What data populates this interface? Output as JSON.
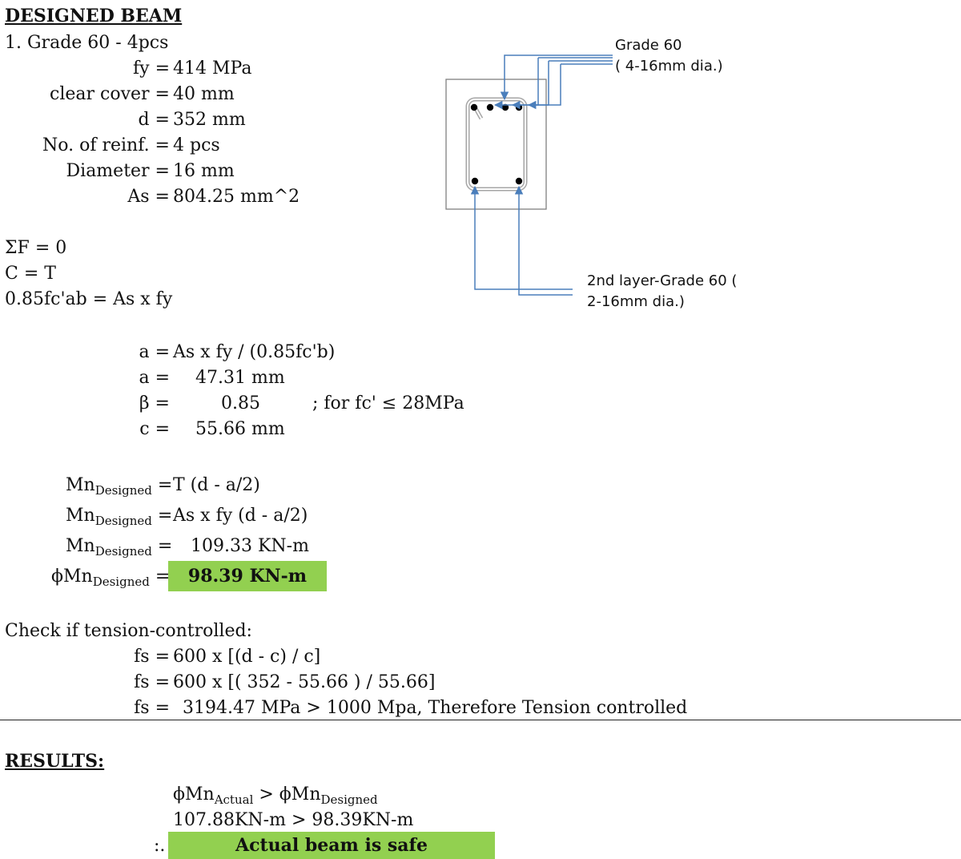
{
  "title": "DESIGNED BEAM",
  "item1": "1. Grade 60 - 4pcs",
  "props": [
    {
      "label": "fy =",
      "value": "414 MPa"
    },
    {
      "label": "clear cover =",
      "value": "40 mm"
    },
    {
      "label": "d =",
      "value": "352 mm"
    },
    {
      "label": "No. of reinf. =",
      "value": "4 pcs"
    },
    {
      "label": "Diameter =",
      "value": "16 mm"
    },
    {
      "label": "As =",
      "value": "804.25 mm^2"
    }
  ],
  "equilibrium": [
    "ΣF = 0",
    "C = T",
    "0.85fc'ab = As x fy"
  ],
  "calc": [
    {
      "label": "a =",
      "value": "As x fy / (0.85fc'b)"
    },
    {
      "label": "a =",
      "value": "47.31 mm"
    },
    {
      "label": "β =",
      "value": "0.85",
      "note": "; for fc' ≤ 28MPa"
    },
    {
      "label": "c =",
      "value": "55.66 mm"
    }
  ],
  "moment": {
    "mn_symbol": "Mn",
    "phi_symbol": "ϕMn",
    "sub": "Designed",
    "eq": "=",
    "rows": [
      "T  (d - a/2)",
      "As x fy (d - a/2)",
      "109.33 KN-m"
    ],
    "phi_value": "98.39 KN-m"
  },
  "check": {
    "heading": "Check if tension-controlled:",
    "rows": [
      {
        "label": "fs =",
        "value": "600 x [(d - c) / c]"
      },
      {
        "label": "fs =",
        "value": "600 x [( 352 - 55.66 ) / 55.66]"
      },
      {
        "label": "fs =",
        "value": "3194.47 MPa   > 1000 Mpa, Therefore Tension controlled"
      }
    ]
  },
  "results": {
    "heading": "RESULTS:",
    "lhs": "ϕMn",
    "lhs_sub": "Actual",
    "op": " > ",
    "rhs": "ϕMn",
    "rhs_sub": "Designed",
    "values": "107.88KN-m > 98.39KN-m",
    "therefore": ":.",
    "conclusion": "Actual beam is safe"
  },
  "diagram": {
    "top_label_1": "Grade 60",
    "top_label_2": "( 4-16mm dia.)",
    "bottom_label_1": "2nd layer-Grade 60 (",
    "bottom_label_2": "2-16mm dia.)",
    "arrow_color": "#4a7ebb",
    "highlight_color": "#92d050"
  }
}
